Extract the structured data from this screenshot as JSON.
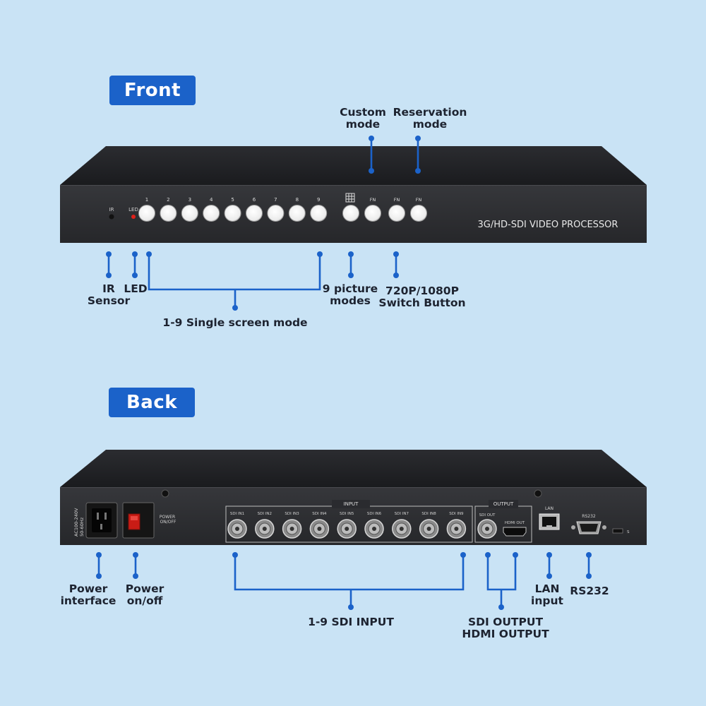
{
  "sections": {
    "front_label": "Front",
    "back_label": "Back"
  },
  "front_panel": {
    "model_text": "3G/HD-SDI VIDEO PROCESSOR",
    "ir_label": "IR",
    "led_label": "LED",
    "channel_buttons": [
      "1",
      "2",
      "3",
      "4",
      "5",
      "6",
      "7",
      "8",
      "9"
    ],
    "grid_icon": "grid-icon",
    "fn_buttons": [
      "FN",
      "FN",
      "FN"
    ]
  },
  "back_panel": {
    "power_rating": "AC100-240V\n50-60Hz",
    "power_switch_label": "POWER\nON/OFF",
    "input_group_label": "INPUT",
    "output_group_label": "OUTPUT",
    "sdi_inputs": [
      "SDI IN1",
      "SDI IN2",
      "SDI IN3",
      "SDI IN4",
      "SDI IN5",
      "SDI IN6",
      "SDI IN7",
      "SDI IN8",
      "SDI IN9"
    ],
    "sdi_out_label": "SDI OUT",
    "hdmi_out_label": "HDMI OUT",
    "lan_label": "LAN",
    "rs232_label": "RS232",
    "s_label": "S"
  },
  "callouts": {
    "custom_mode": "Custom\nmode",
    "reservation_mode": "Reservation\nmode",
    "ir_sensor": "IR\nSensor",
    "led": "LED",
    "nine_picture": "9 picture\nmodes",
    "switch_button": "720P/1080P\nSwitch Button",
    "single_screen": "1-9 Single screen mode",
    "power_interface": "Power\ninterface",
    "power_onoff": "Power\non/off",
    "sdi_input": "1-9 SDI INPUT",
    "sdi_hdmi_output": "SDI OUTPUT\nHDMI OUTPUT",
    "lan_input": "LAN\ninput",
    "rs232": "RS232"
  },
  "colors": {
    "background": "#c9e3f5",
    "accent": "#1b62c9",
    "device": "#2a2b2f",
    "led_red": "#e0201a"
  }
}
